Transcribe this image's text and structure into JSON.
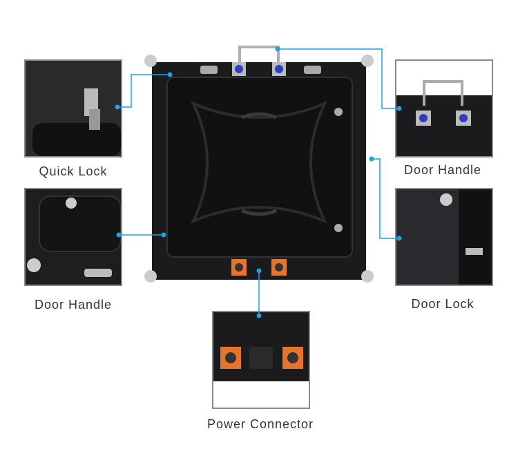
{
  "title": "LED Display Cabinet Features",
  "callouts": {
    "quick_lock": "Quick Lock",
    "door_handle_top": "Door Handle",
    "door_handle_left": "Door Handle",
    "door_lock": "Door Lock",
    "power_connector": "Power Connector"
  },
  "colors": {
    "line": "#1ea0e6",
    "frame": "#8a8a8a",
    "cabinet": "#1b1b1d",
    "connector": "#e8742a",
    "data_port": "#2d3fc0"
  }
}
